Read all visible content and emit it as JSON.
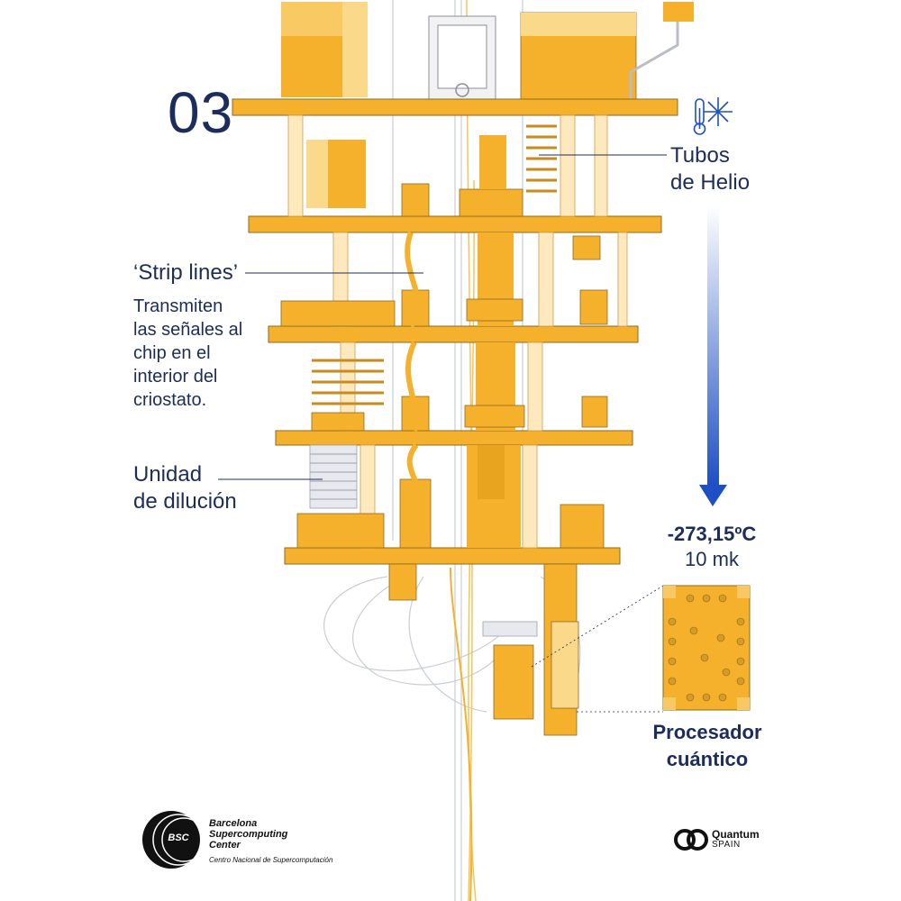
{
  "step_number": "03",
  "labels": {
    "helium_tubes_line1": "Tubos",
    "helium_tubes_line2": "de Helio",
    "strip_lines_title": "‘Strip lines’",
    "strip_lines_desc": [
      "Transmiten",
      "las señales al",
      "chip en el",
      "interior del",
      "criostato."
    ],
    "dilution_unit_line1": "Unidad",
    "dilution_unit_line2": "de dilución",
    "temperature_celsius": "-273,15ºC",
    "temperature_mk": "10 mk",
    "processor_line1": "Procesador",
    "processor_line2": "cuántico"
  },
  "icons": {
    "temperature": "thermometer-snowflake-icon"
  },
  "logos": {
    "bsc": {
      "badge": "BSC",
      "name_line1": "Barcelona",
      "name_line2": "Supercomputing",
      "name_line3": "Center",
      "subtitle": "Centro Nacional de Supercomputación"
    },
    "quantum_spain": {
      "name": "Quantum",
      "sub": "SPAIN"
    }
  },
  "colors": {
    "navy": "#1c2c5b",
    "gold": "#f5b12c",
    "gold_light": "#fbd98a",
    "gold_pale": "#fde9bd",
    "blue_arrow": "#1f4fc4"
  }
}
